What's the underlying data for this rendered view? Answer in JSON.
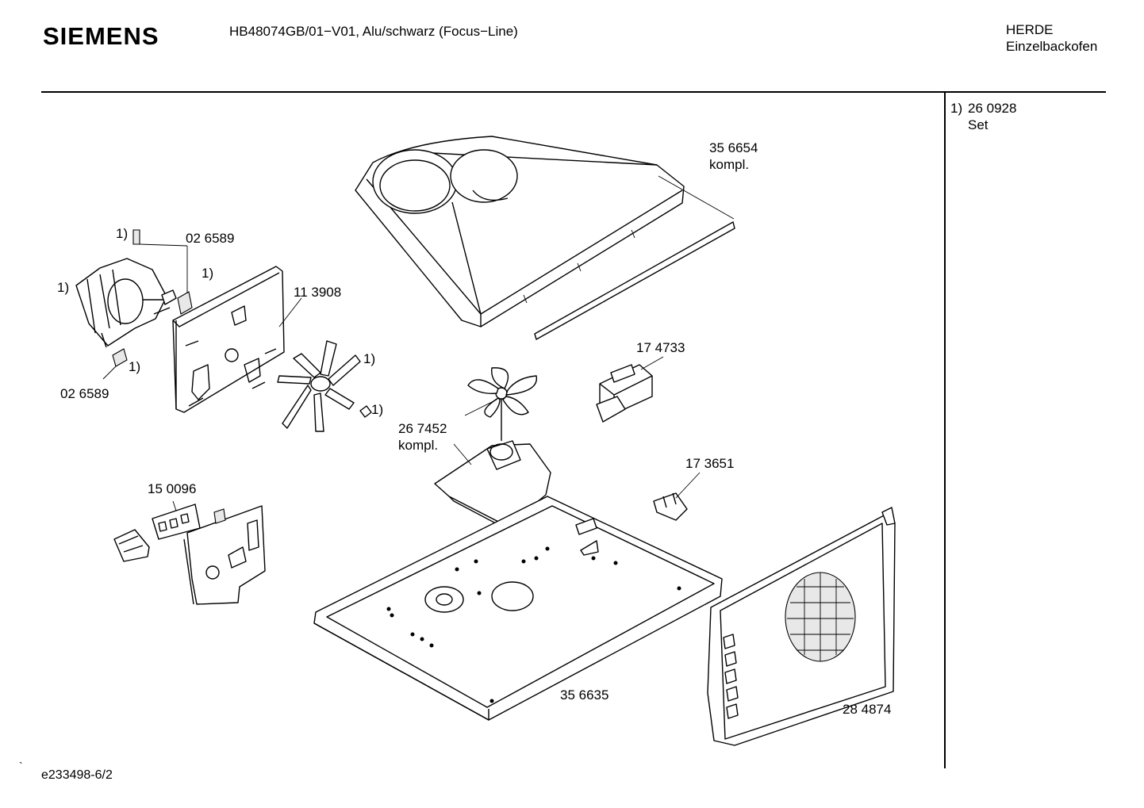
{
  "header": {
    "brand": "SIEMENS",
    "model": "HB48074GB/01−V01, Alu/schwarz (Focus−Line)",
    "category_line1": "HERDE",
    "category_line2": "Einzelbackofen"
  },
  "notes": [
    {
      "ref": "1)",
      "part_no": "26 0928",
      "description": "Set"
    }
  ],
  "parts": {
    "duct_cover": {
      "part_no": "35 6654",
      "note": "kompl."
    },
    "motor_clip_top": {
      "part_no": "02 6589"
    },
    "motor_clip_bottom": {
      "part_no": "02 6589"
    },
    "fan_plate": {
      "part_no": "11 3908"
    },
    "transformer": {
      "part_no": "17 4733"
    },
    "cooling_fan": {
      "part_no": "26 7452",
      "note": "kompl."
    },
    "thermostat": {
      "part_no": "17 3651"
    },
    "switch_bracket": {
      "part_no": "15 0096"
    },
    "oven_base": {
      "part_no": "35 6635"
    },
    "back_panel": {
      "part_no": "28 4874"
    }
  },
  "set_markers": {
    "clip_top": "1)",
    "motor": "1)",
    "clip_mid": "1)",
    "clip_bottom": "1)",
    "fan_wheel": "1)",
    "nut": "1)"
  },
  "footer": {
    "drawing_id": "e233498-6/2",
    "tick": "`"
  }
}
